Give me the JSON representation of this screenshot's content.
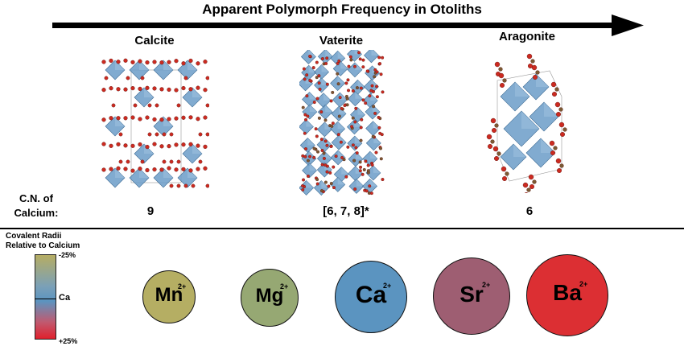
{
  "header": {
    "title": "Apparent Polymorph Frequency in Otoliths"
  },
  "polymorphs": [
    {
      "name": "Calcite",
      "cn": "9"
    },
    {
      "name": "Vaterite",
      "cn": "[6, 7, 8]*"
    },
    {
      "name": "Aragonite",
      "cn": "6"
    }
  ],
  "cn_label": {
    "line1": "C.N. of",
    "line2": "Calcium:"
  },
  "legend": {
    "title_line1": "Covalent Radii",
    "title_line2": "Relative to Calcium",
    "top": "-25%",
    "mid": "Ca",
    "bottom": "+25%"
  },
  "ions": [
    {
      "symbol": "Mn",
      "charge": "2+",
      "color": "#b5ae63"
    },
    {
      "symbol": "Mg",
      "charge": "2+",
      "color": "#96a873"
    },
    {
      "symbol": "Ca",
      "charge": "2+",
      "color": "#5b94c0"
    },
    {
      "symbol": "Sr",
      "charge": "2+",
      "color": "#9e5e72"
    },
    {
      "symbol": "Ba",
      "charge": "2+",
      "color": "#dc2f33"
    }
  ],
  "colors": {
    "octahedra": "#6b9cc8",
    "oxygen": "#cc2a20",
    "carbon": "#7a5a32"
  }
}
